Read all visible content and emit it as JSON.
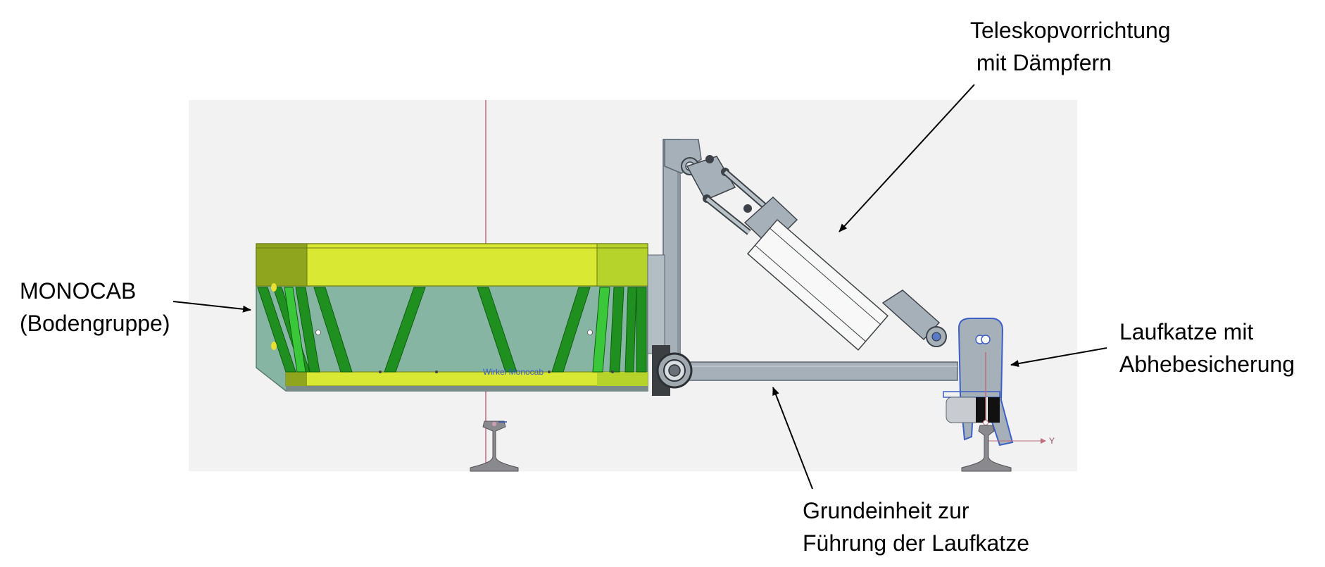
{
  "labels": {
    "telescope": {
      "line1": "Teleskopvorrichtung",
      "line2": " mit Dämpfern"
    },
    "monocab": {
      "line1": "MONOCAB",
      "line2": "(Bodengruppe)"
    },
    "trolley": {
      "line1": "Laufkatze mit",
      "line2": "Abhebesicherung"
    },
    "base": {
      "line1": "Grundeinheit zur",
      "line2": "Führung der Laufkatze"
    }
  },
  "cad_annotations": {
    "work_label": "Wirkel Monocab",
    "axis_label": "Y"
  },
  "colors": {
    "viewport_bg": "#f2f2f2",
    "frame_yellow": "#d9e832",
    "body_panel": "#87b5a3",
    "brace_green": "#1f8f1f",
    "steel_grey": "#a6b0b8",
    "guide_line": "#c06c7c"
  }
}
